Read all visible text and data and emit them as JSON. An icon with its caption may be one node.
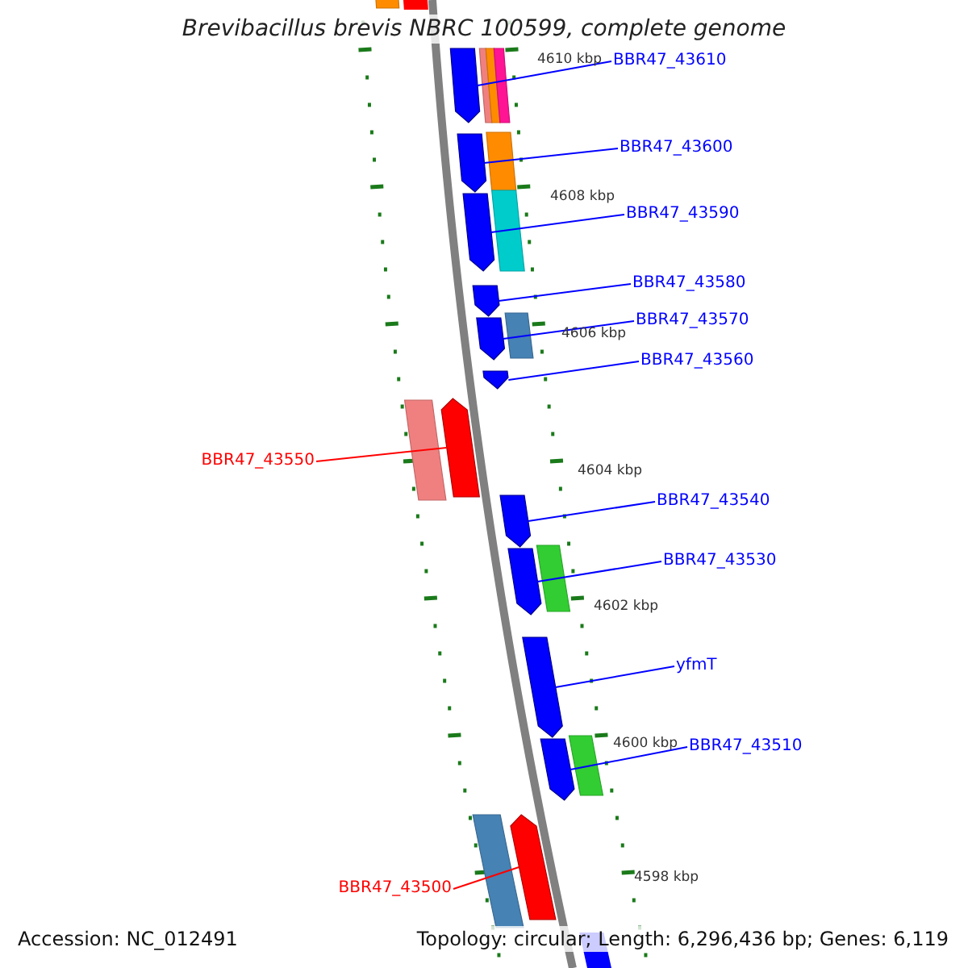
{
  "diagram": {
    "title": "Brevibacillus brevis NBRC 100599, complete genome",
    "nodes": [
      {
        "text": [
          "BBR47_43610"
        ]
      },
      {
        "text": [],
        "shape": "pentagon"
      },
      {
        "text": [
          "BBR47_43600"
        ]
      },
      {
        "text": [],
        "shape": "pentagon"
      },
      {
        "text": [
          "BBR47_43590"
        ]
      },
      {
        "text": [],
        "shape": "pentagon"
      },
      {
        "text": [
          "BBR47_43580"
        ]
      },
      {
        "text": [],
        "shape": "pentagon"
      },
      {
        "text": [
          "BBR47_43570"
        ]
      },
      {
        "text": [],
        "shape": "pentagon"
      },
      {
        "text": [
          "BBR47_43560"
        ]
      },
      {
        "text": [],
        "shape": "pentagon"
      },
      {
        "text": [
          "BBR47_43550"
        ]
      },
      {
        "text": [],
        "shape": "pentagon"
      },
      {
        "text": [
          "BBR47_43540"
        ]
      },
      {
        "text": [],
        "shape": "pentagon"
      },
      {
        "text": [
          "BBR47_43530"
        ]
      },
      {
        "text": [],
        "shape": "pentagon"
      },
      {
        "text": [
          "yfmT"
        ]
      },
      {
        "text": [],
        "shape": "pentagon"
      },
      {
        "text": [
          "BBR47_43510"
        ]
      },
      {
        "text": [],
        "shape": "pentagon"
      },
      {
        "text": [
          "BBR47_43500"
        ]
      },
      {
        "text": [],
        "shape": "pentagon"
      }
    ],
    "edges": [
      {
        "from": 0,
        "to": 1,
        "arrow": "none"
      },
      {
        "from": 2,
        "to": 3,
        "arrow": "none"
      },
      {
        "from": 4,
        "to": 5,
        "arrow": "none"
      },
      {
        "from": 6,
        "to": 7,
        "arrow": "none"
      },
      {
        "from": 8,
        "to": 9,
        "arrow": "none"
      },
      {
        "from": 10,
        "to": 11,
        "arrow": "none"
      },
      {
        "from": 12,
        "to": 13,
        "arrow": "none",
        "color": "#ff0000"
      },
      {
        "from": 14,
        "to": 15,
        "arrow": "none"
      },
      {
        "from": 16,
        "to": 17,
        "arrow": "none"
      },
      {
        "from": 18,
        "to": 19,
        "arrow": "none"
      },
      {
        "from": 20,
        "to": 21,
        "arrow": "none"
      },
      {
        "from": 22,
        "to": 23,
        "arrow": "none",
        "color": "#ff0000"
      }
    ],
    "labels": [
      "4610 kbp",
      "4608 kbp",
      "4606 kbp",
      "4604 kbp",
      "4602 kbp",
      "4600 kbp",
      "4598 kbp",
      "Accession: NC_012491",
      "Topology: circular; Length: 6,296,436 bp; Genes: 6,119"
    ]
  }
}
